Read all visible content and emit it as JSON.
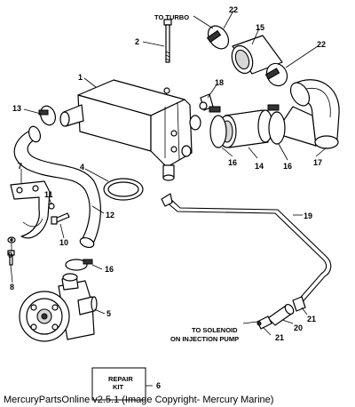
{
  "captions": {
    "to_turbo": "TO TURBO",
    "to_solenoid_line1": "TO SOLENOID",
    "to_solenoid_line2": "ON INJECTION PUMP"
  },
  "repair_kit": {
    "line1": "REPAIR",
    "line2": "KIT",
    "number": "6"
  },
  "callouts": {
    "n1": "1",
    "n2": "2",
    "n4": "4",
    "n5": "5",
    "n7": "7",
    "n8": "8",
    "n9": "9",
    "n10": "10",
    "n11": "11",
    "n12": "12",
    "n13": "13",
    "n14": "14",
    "n15": "15",
    "n16a": "16",
    "n16b": "16",
    "n16c": "16",
    "n17": "17",
    "n18": "18",
    "n19": "19",
    "n20": "20",
    "n21a": "21",
    "n21b": "21",
    "n22a": "22",
    "n22b": "22"
  },
  "footer": "MercuryPartsOnline v2.5.1 (Image Copyright- Mercury Marine)"
}
